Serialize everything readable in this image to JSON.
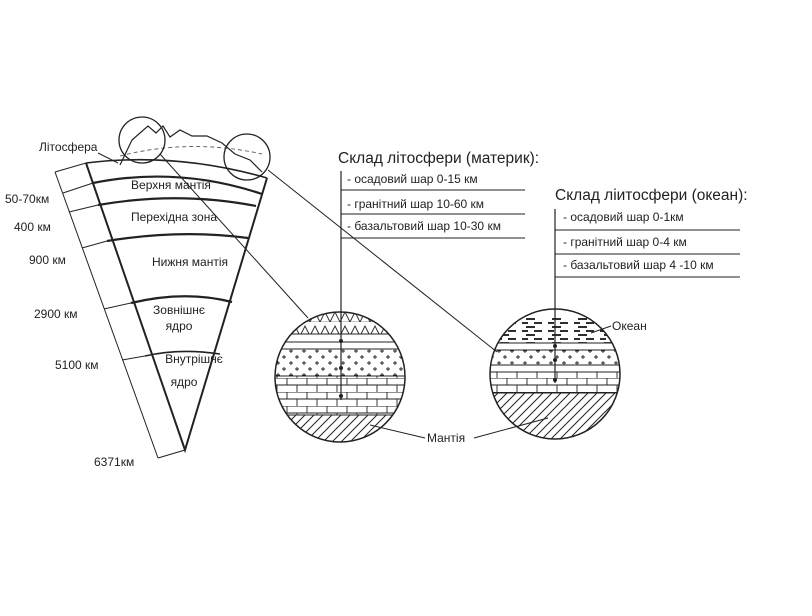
{
  "cross_section": {
    "lithosphere_label": "Літосфера",
    "layers": [
      {
        "name_lines": [
          "Верхня мантія"
        ]
      },
      {
        "name_lines": [
          "Перехідна зона"
        ]
      },
      {
        "name_lines": [
          "Нижня мантія"
        ]
      },
      {
        "name_lines": [
          "Зовнішнє",
          "ядро"
        ]
      },
      {
        "name_lines": [
          "Внутрішнє",
          "ядро"
        ]
      }
    ],
    "depths": [
      "50-70км",
      "400 км",
      "900 км",
      "2900 км",
      "5100 км",
      "6371км"
    ]
  },
  "continental": {
    "title": "Склад літосфери (материк):",
    "items": [
      "- осадовий шар 0-15 км",
      "- гранітний шар 10-60 км",
      "- базальтовий шар 10-30 км"
    ]
  },
  "oceanic": {
    "title": "Склад ліитосфери (океан):",
    "items": [
      "- осадовий шар 0-1км",
      "- гранітний шар 0-4 км",
      "- базальтовий шар 4 -10 км"
    ],
    "ocean_label": "Океан"
  },
  "mantle_label": "Мантія"
}
